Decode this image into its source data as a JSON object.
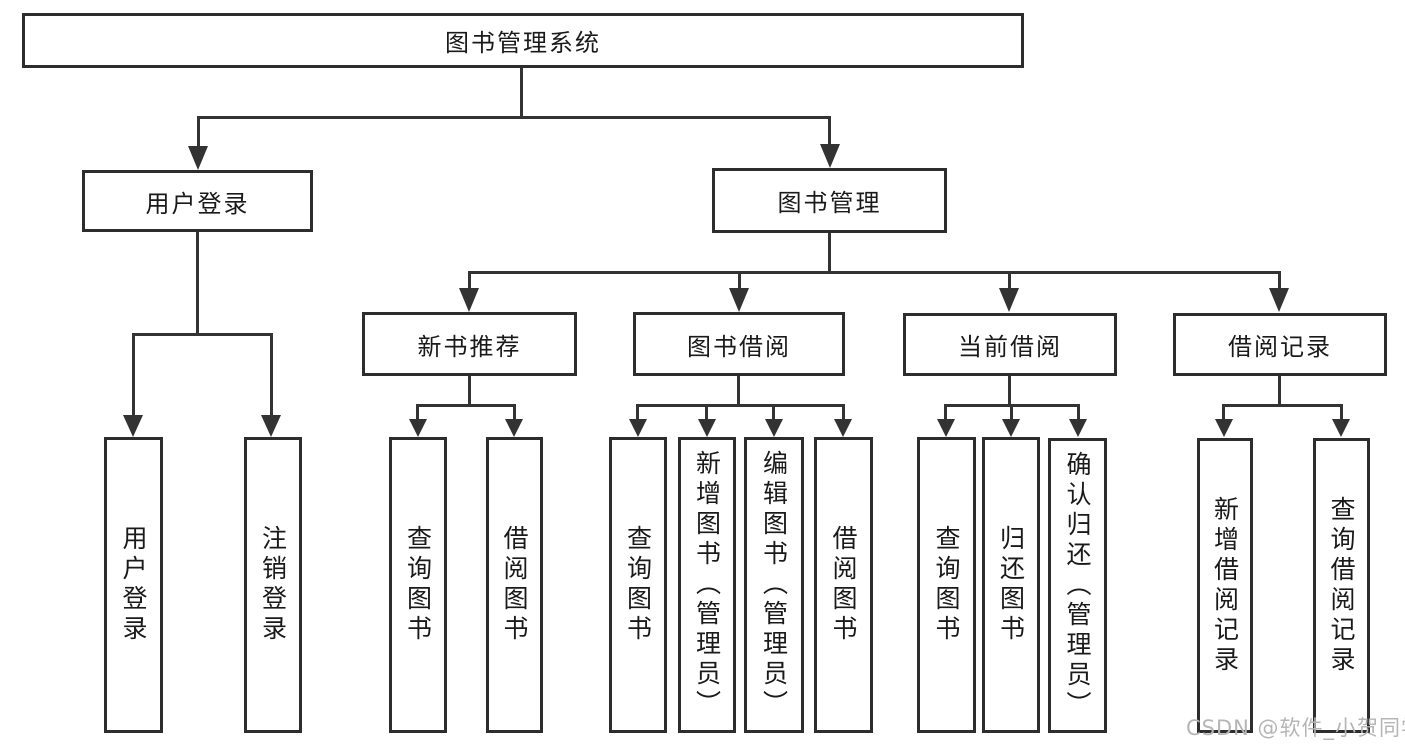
{
  "diagram_title": "图书管理系统",
  "colors": {
    "line": "#333333",
    "box_border": "#2d2d2d",
    "text": "#1a1a1a",
    "background": "#ffffff",
    "watermark": "#b5b5b5"
  },
  "watermark": {
    "text": "CSDN @软件_小贺同学"
  },
  "tree": {
    "root": {
      "label": "图书管理系统"
    },
    "branches": [
      {
        "label": "用户登录",
        "leaves": [
          {
            "label": "用户登录"
          },
          {
            "label": "注销登录"
          }
        ]
      },
      {
        "label": "图书管理",
        "groups": [
          {
            "label": "新书推荐",
            "leaves": [
              {
                "label": "查询图书"
              },
              {
                "label": "借阅图书"
              }
            ]
          },
          {
            "label": "图书借阅",
            "leaves": [
              {
                "label": "查询图书"
              },
              {
                "label": "新增图书（管理员）"
              },
              {
                "label": "编辑图书（管理员）"
              },
              {
                "label": "借阅图书"
              }
            ]
          },
          {
            "label": "当前借阅",
            "leaves": [
              {
                "label": "查询图书"
              },
              {
                "label": "归还图书"
              },
              {
                "label": "确认归还（管理员）"
              }
            ]
          },
          {
            "label": "借阅记录",
            "leaves": [
              {
                "label": "新增借阅记录"
              },
              {
                "label": "查询借阅记录"
              }
            ]
          }
        ]
      }
    ]
  }
}
